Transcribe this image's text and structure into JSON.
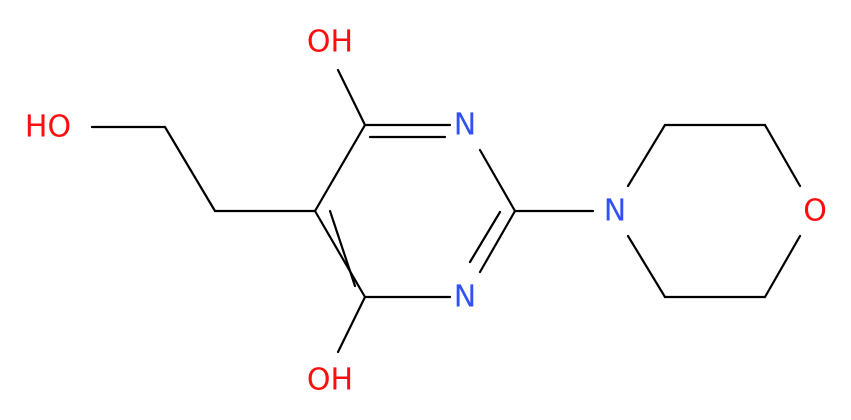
{
  "colors": {
    "bond": "#000000",
    "oxygen": "#ff0d0d",
    "nitrogen": "#3050f8",
    "background": "#ffffff"
  },
  "atoms": {
    "oh_top": "OH",
    "oh_bottom": "OH",
    "oh_left": "HO",
    "n_ring_top": "N",
    "n_ring_bottom": "N",
    "n_morpholine": "N",
    "o_morpholine": "O"
  }
}
